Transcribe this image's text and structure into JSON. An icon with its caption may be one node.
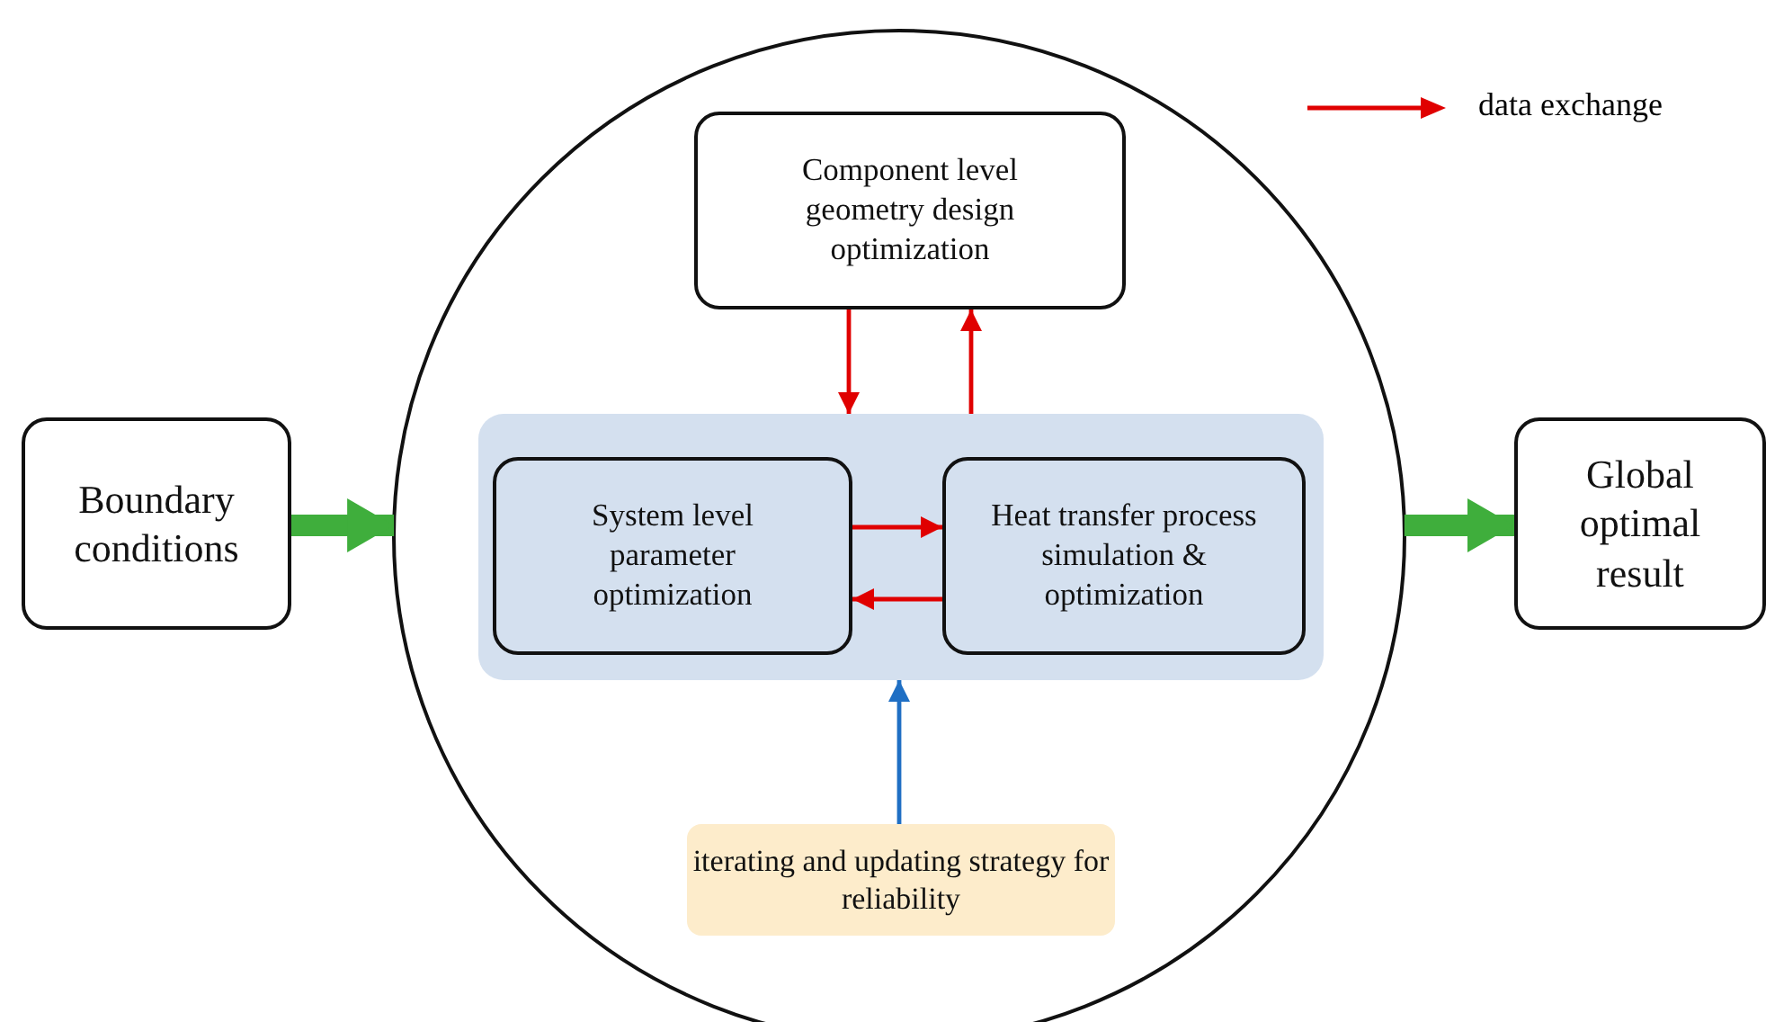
{
  "diagram": {
    "nodes": [
      {
        "text": [
          "Boundary conditions"
        ]
      },
      {
        "text": [],
        "shape": "circle"
      },
      {
        "text": [
          "Component level geometry design optimization"
        ],
        "in": 1
      },
      {
        "text": [],
        "shape": "box",
        "in": 1
      },
      {
        "text": [
          "System level parameter optimization"
        ],
        "in": 3
      },
      {
        "text": [
          "Heat transfer process simulation &  optimization"
        ],
        "in": 3
      },
      {
        "text": [
          "iterating and updating strategy for reliability"
        ],
        "in": 1
      },
      {
        "text": [
          "Global optimal result"
        ]
      }
    ],
    "edges": [
      {
        "from": 0,
        "to": 1,
        "arrow": "to",
        "style": "thick",
        "color": "#3fae3c"
      },
      {
        "from": 1,
        "to": 7,
        "arrow": "to",
        "style": "thick",
        "color": "#3fae3c"
      },
      {
        "from": 2,
        "to": 3,
        "arrow": "to",
        "color": "#e00000"
      },
      {
        "from": 3,
        "to": 2,
        "arrow": "to",
        "color": "#e00000"
      },
      {
        "from": 4,
        "to": 5,
        "arrow": "to",
        "color": "#e00000"
      },
      {
        "from": 5,
        "to": 4,
        "arrow": "to",
        "color": "#e00000"
      },
      {
        "from": 6,
        "to": 3,
        "arrow": "to",
        "color": "#1f6fc4"
      }
    ],
    "legend": [
      {
        "text": "data exchange"
      }
    ]
  }
}
